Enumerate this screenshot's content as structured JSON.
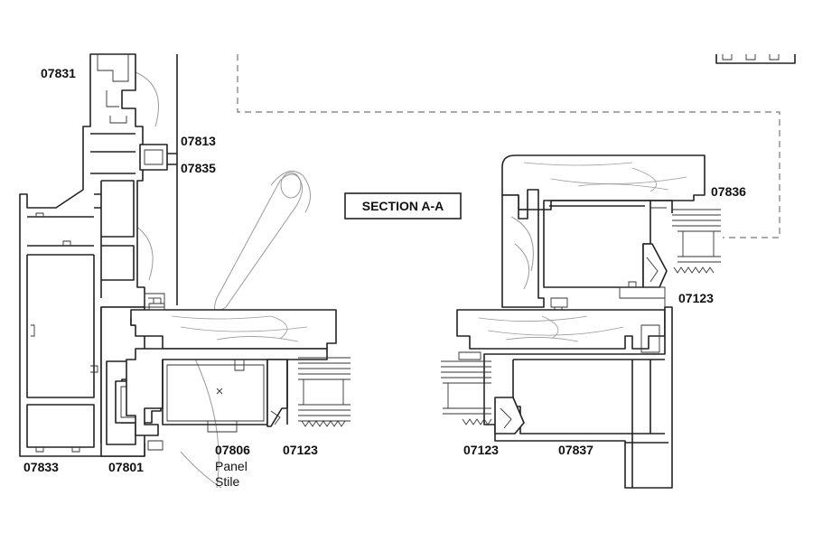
{
  "drawing": {
    "section_title": "SECTION A-A",
    "part_labels": {
      "p07831": "07831",
      "p07813": "07813",
      "p07835": "07835",
      "p07833": "07833",
      "p07801": "07801",
      "p07806": "07806",
      "panel": "Panel",
      "stile": "Stile",
      "p07123_left": "07123",
      "p07836": "07836",
      "p07123_right_top": "07123",
      "p07123_right_bottom": "07123",
      "p07837": "07837"
    }
  }
}
